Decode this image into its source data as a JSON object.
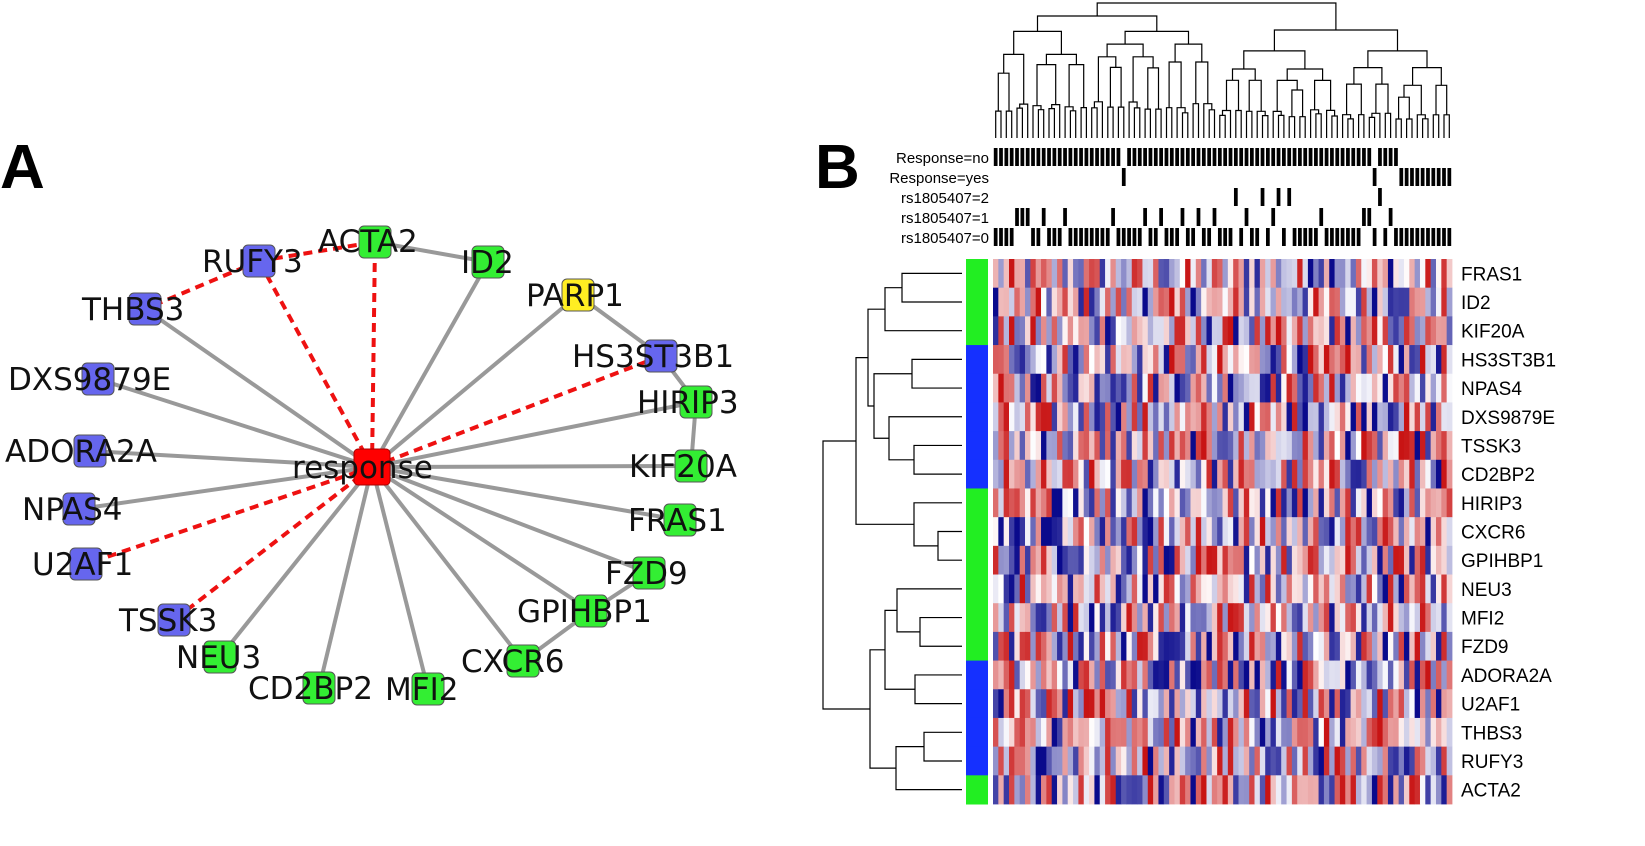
{
  "panels": {
    "a_label": "A",
    "b_label": "B"
  },
  "colors": {
    "hub": "#ff0000",
    "green_node": "#33ee33",
    "blue_node": "#6666ee",
    "yellow_node": "#ffee22",
    "solid_edge": "#999999",
    "dashed_edge": "#ee1111",
    "heat_low": "#0a0a8c",
    "heat_mid": "#ffffff",
    "heat_high": "#c81414",
    "group_green": "#22ee22",
    "group_blue": "#1530ff"
  },
  "network": {
    "hub": {
      "id": "response",
      "label": "response"
    },
    "nodes": [
      {
        "id": "ACTA2",
        "label": "ACTA2",
        "color": "green",
        "edge": "dashed"
      },
      {
        "id": "RUFY3",
        "label": "RUFY3",
        "color": "blue",
        "edge": "dashed"
      },
      {
        "id": "THBS3",
        "label": "THBS3",
        "color": "blue",
        "edge": "solid"
      },
      {
        "id": "ID2",
        "label": "ID2",
        "color": "green",
        "edge": "solid"
      },
      {
        "id": "PARP1",
        "label": "PARP1",
        "color": "yellow",
        "edge": "solid"
      },
      {
        "id": "HS3ST3B1",
        "label": "HS3ST3B1",
        "color": "blue",
        "edge": "dashed"
      },
      {
        "id": "HIRIP3",
        "label": "HIRIP3",
        "color": "green",
        "edge": "solid"
      },
      {
        "id": "DXS9879E",
        "label": "DXS9879E",
        "color": "blue",
        "edge": "solid"
      },
      {
        "id": "ADORA2A",
        "label": "ADORA2A",
        "color": "blue",
        "edge": "solid"
      },
      {
        "id": "KIF20A",
        "label": "KIF20A",
        "color": "green",
        "edge": "solid"
      },
      {
        "id": "NPAS4",
        "label": "NPAS4",
        "color": "blue",
        "edge": "solid"
      },
      {
        "id": "FRAS1",
        "label": "FRAS1",
        "color": "green",
        "edge": "solid"
      },
      {
        "id": "U2AF1",
        "label": "U2AF1",
        "color": "blue",
        "edge": "dashed"
      },
      {
        "id": "FZD9",
        "label": "FZD9",
        "color": "green",
        "edge": "solid"
      },
      {
        "id": "TSSK3",
        "label": "TSSK3",
        "color": "blue",
        "edge": "dashed"
      },
      {
        "id": "GPIHBP1",
        "label": "GPIHBP1",
        "color": "green",
        "edge": "solid"
      },
      {
        "id": "NEU3",
        "label": "NEU3",
        "color": "green",
        "edge": "solid"
      },
      {
        "id": "CXCR6",
        "label": "CXCR6",
        "color": "green",
        "edge": "solid"
      },
      {
        "id": "CD2BP2",
        "label": "CD2BP2",
        "color": "green",
        "edge": "solid"
      },
      {
        "id": "MFI2",
        "label": "MFI2",
        "color": "green",
        "edge": "solid"
      }
    ],
    "extra_edges": [
      {
        "from": "RUFY3",
        "to": "THBS3",
        "style": "dashed"
      },
      {
        "from": "RUFY3",
        "to": "ACTA2",
        "style": "dashed"
      },
      {
        "from": "ACTA2",
        "to": "ID2",
        "style": "solid"
      },
      {
        "from": "PARP1",
        "to": "HS3ST3B1",
        "style": "solid"
      },
      {
        "from": "HS3ST3B1",
        "to": "HIRIP3",
        "style": "solid"
      },
      {
        "from": "HIRIP3",
        "to": "KIF20A",
        "style": "solid"
      },
      {
        "from": "GPIHBP1",
        "to": "FZD9",
        "style": "solid"
      },
      {
        "from": "GPIHBP1",
        "to": "CXCR6",
        "style": "solid"
      }
    ]
  },
  "heatmap": {
    "annotation_rows": [
      "Response=no",
      "Response=yes",
      "rs1805407=2",
      "rs1805407=1",
      "rs1805407=0"
    ],
    "genes": [
      "FRAS1",
      "ID2",
      "KIF20A",
      "HS3ST3B1",
      "NPAS4",
      "DXS9879E",
      "TSSK3",
      "CD2BP2",
      "HIRIP3",
      "CXCR6",
      "GPIHBP1",
      "NEU3",
      "MFI2",
      "FZD9",
      "ADORA2A",
      "U2AF1",
      "THBS3",
      "RUFY3",
      "ACTA2"
    ],
    "gene_groups": [
      "green",
      "green",
      "green",
      "blue",
      "blue",
      "blue",
      "blue",
      "blue",
      "green",
      "green",
      "green",
      "green",
      "green",
      "green",
      "blue",
      "blue",
      "blue",
      "blue",
      "green"
    ],
    "n_samples": 86
  }
}
